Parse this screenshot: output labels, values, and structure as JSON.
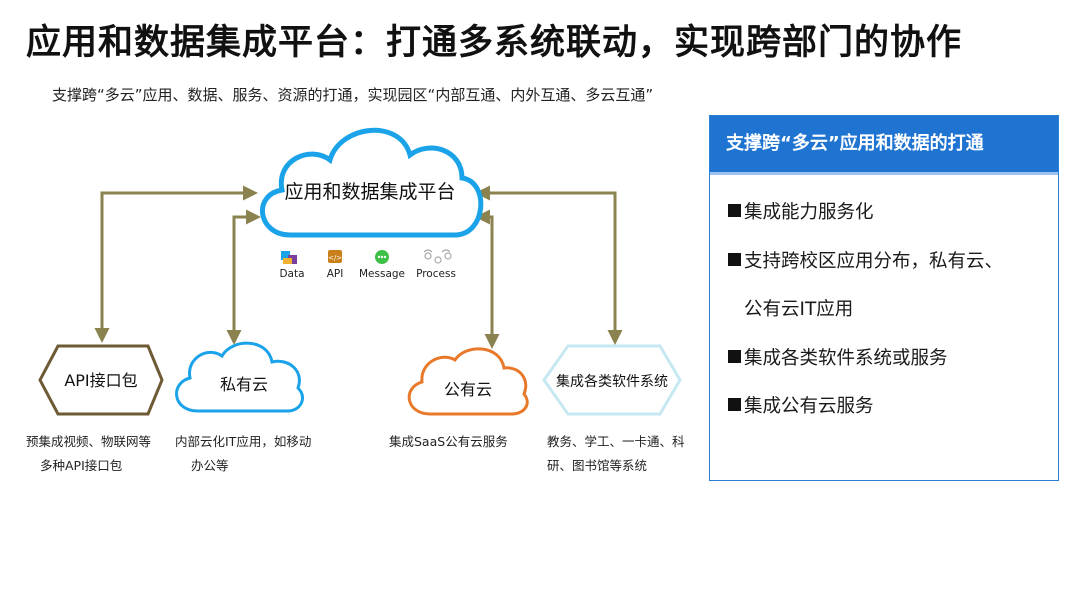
{
  "title": "应用和数据集成平台：打通多系统联动，实现跨部门的协作",
  "subtitle": "支撑跨“多云”应用、数据、服务、资源的打通，实现园区“内部互通、内外互通、多云互通”",
  "platform": {
    "label": "应用和数据集成平台",
    "icons": [
      {
        "name": "data-icon",
        "label": "Data"
      },
      {
        "name": "api-icon",
        "label": "API"
      },
      {
        "name": "message-icon",
        "label": "Message"
      },
      {
        "name": "process-icon",
        "label": "Process"
      }
    ]
  },
  "nodes": {
    "api_package": {
      "label": "API接口包",
      "caption": [
        "预集成视频、物联网等",
        "多种API接口包"
      ]
    },
    "private_cloud": {
      "label": "私有云",
      "caption": [
        "内部云化IT应用，如移动",
        "办公等"
      ]
    },
    "public_cloud": {
      "label": "公有云",
      "caption": [
        "集成SaaS公有云服务"
      ]
    },
    "software_systems": {
      "label": "集成各类软件系统",
      "caption": [
        "教务、学工、一卡通、科",
        "研、图书馆等系统"
      ]
    }
  },
  "panel": {
    "header": "支撑跨“多云”应用和数据的打通",
    "items": [
      {
        "text": "集成能力服务化",
        "bullet": true
      },
      {
        "text": "支持跨校区应用分布，私有云、",
        "bullet": true
      },
      {
        "text": "公有云IT应用",
        "bullet": false
      },
      {
        "text": "集成各类软件系统或服务",
        "bullet": true
      },
      {
        "text": "集成公有云服务",
        "bullet": true
      }
    ]
  },
  "colors": {
    "cloud_blue": "#1aa3e8",
    "cloud_orange": "#e8792a",
    "connector": "#8a8350",
    "hexagon_border": "#6e5a35",
    "hexagon_light": "#c6e8f0",
    "panel_header": "#1f74d2"
  }
}
